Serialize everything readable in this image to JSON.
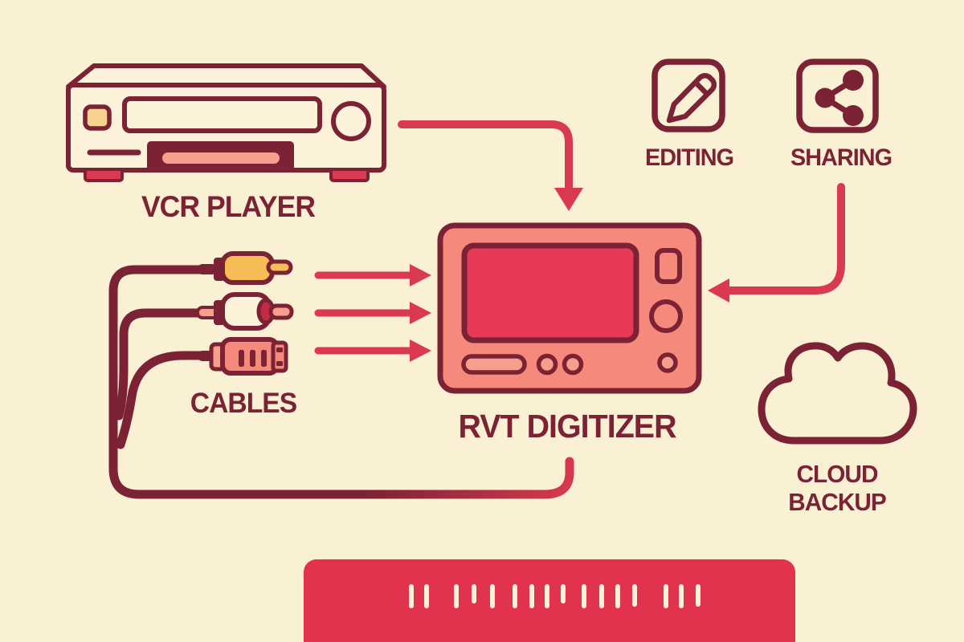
{
  "title": "VHS digitization workflow diagram",
  "palette": {
    "background": "#FAF0D4",
    "outline_maroon": "#7B2334",
    "arrow_red": "#D93A52",
    "bar_red": "#E2334E",
    "screen_red": "#E63A56",
    "device_salmon": "#F5897B",
    "salmon_light": "#F89E8D",
    "connector_yellow": "#F6BC55",
    "cream": "#FBF1D7",
    "ring_dark_red": "#C22B43"
  },
  "nodes": {
    "vcr": {
      "label": "VCR PLAYER"
    },
    "cables": {
      "label": "CABLES"
    },
    "digitizer": {
      "label": "RVT DIGITIZER"
    },
    "editing": {
      "label": "EDITING"
    },
    "sharing": {
      "label": "SHARING"
    },
    "cloud": {
      "label_line1": "CLOUD",
      "label_line2": "BACKUP"
    }
  },
  "icons": [
    "vcr-player-icon",
    "rca-cable-yellow-icon",
    "rca-cable-white-icon",
    "av-plug-salmon-icon",
    "digitizer-device-icon",
    "pencil-edit-icon",
    "share-network-icon",
    "cloud-icon",
    "timeline-strip-icon"
  ],
  "connections": [
    "vcr-to-digitizer-arrow",
    "cable-arrow-1",
    "cable-arrow-2",
    "cable-arrow-3",
    "sharing-to-digitizer-arrow",
    "cable-loop-to-digitizer"
  ],
  "timeline": {
    "tick_x": [
      512,
      531,
      568,
      590,
      613,
      641,
      662,
      681,
      701,
      727,
      749,
      769,
      790,
      829,
      848,
      869
    ],
    "tick_height": [
      30,
      30,
      30,
      24,
      30,
      30,
      30,
      30,
      24,
      30,
      30,
      30,
      28,
      30,
      30,
      28
    ],
    "tick_top": 31
  }
}
